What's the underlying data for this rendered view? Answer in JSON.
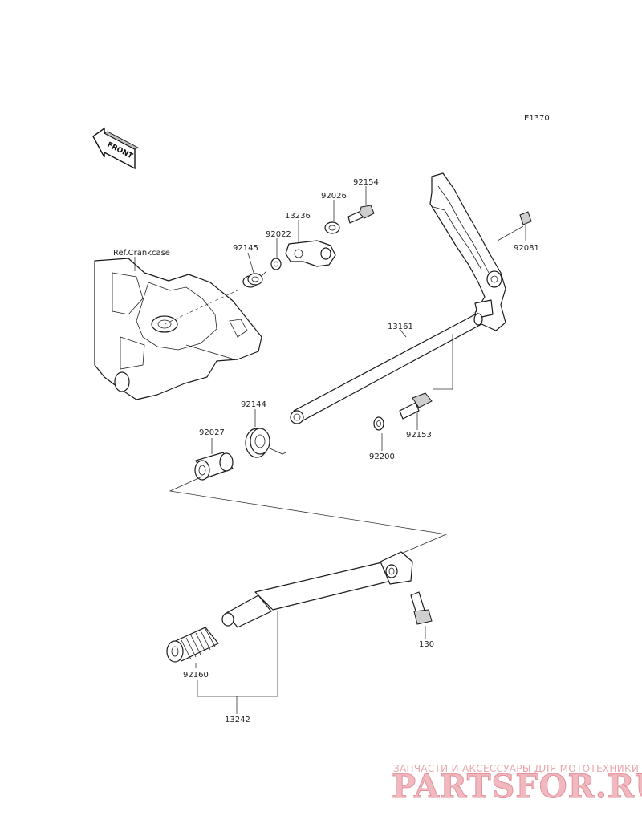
{
  "diagram_code": "E1370",
  "front_label": "FRONT",
  "ref_label": "Ref.Crankcase",
  "parts": {
    "p92154": "92154",
    "p92026": "92026",
    "p13236": "13236",
    "p92022": "92022",
    "p92145": "92145",
    "p92081": "92081",
    "p13161": "13161",
    "p92144": "92144",
    "p92027": "92027",
    "p92153": "92153",
    "p92200": "92200",
    "p130": "130",
    "p92160": "92160",
    "p13242": "13242"
  },
  "watermark": {
    "tagline": "ЗАПЧАСТИ И АКСЕССУАРЫ ДЛЯ МОТОТЕХНИКИ",
    "logo": "PARTSFOR.RU"
  }
}
